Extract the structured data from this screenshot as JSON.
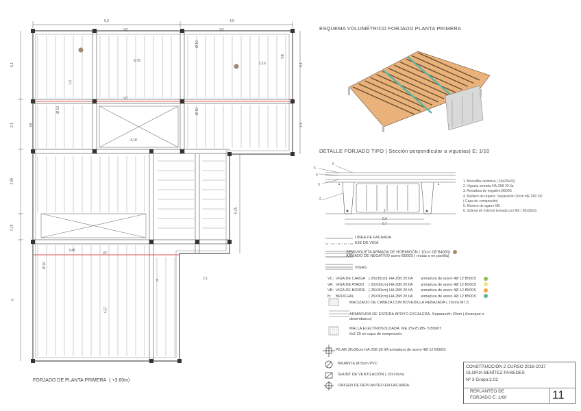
{
  "plan": {
    "title": "FORJADO DE PLANTA PRIMERA",
    "level": "( +3.60m)",
    "dims": {
      "top_left": "6,3",
      "top_right": "4,5",
      "left_1": "5,1",
      "left_2": "2,1",
      "left_3": "2,86",
      "left_4": "1,18",
      "left_5": "6",
      "right_1": "5,1",
      "right_2": "2,1",
      "right_3": "6,25",
      "span_a": "6,79",
      "span_b": "4,18",
      "span_c": "3,48",
      "span_d": "2,16",
      "span_e": "1,6",
      "span_f": "4,57",
      "span_g": "2,1"
    },
    "beam_labels": {
      "vc_top_left": "VC",
      "vc_top_right": "VC",
      "vc_mid": "VC",
      "vc_bottom": "VC",
      "va": "VA",
      "vb": "VB",
      "b": "B"
    },
    "holes": {
      "h1": "Ø 10",
      "h2": "Ø 10",
      "h3": "Ø 10",
      "h4": "Ø 10"
    }
  },
  "volumetric": {
    "title": "ESQUEMA VOLUMÉTRICO FORJADO  PLANTA PRIMERA"
  },
  "detail": {
    "title": "DETALLE FORJADO TIPO  ( Sección perpendicular a viguetas)   E: 1/10",
    "numbers": [
      "5",
      "4",
      "3",
      "2",
      "6",
      "1"
    ],
    "dims": [
      "0,6",
      "0,7"
    ],
    "notes": [
      "1. Bovedilla cerámica  ( 60x20x20)",
      "2. Vigueta armada HA-25B 20 IIa",
      "3. Armadura de negativo B500S",
      "4. Mallazo de reparto. Separación 20cm ME 500 SD",
      "   ( Capa de compresión)",
      "5. Mortero de agarre M5",
      "6. Solería de mármol tomada con M5  ( 30x30x3)"
    ]
  },
  "legend": {
    "linea_fachada": "LÍNEA DE FACHADA",
    "eje_viga": "EJE DE VIGA",
    "semivigueta": "SEMIVIGUETA ARMADA DE HORMIGÓN  ( 10cm 2Ø B400S)",
    "armado_negativo": "ARMADO DE NEGATIVO acero B500S  ( rectas o en parrilla)",
    "vigas": "VIGAS",
    "beams": [
      {
        "code": "VC:",
        "name": "VIGA DE CARGA",
        "size": "( 25x30cm)",
        "spec": "HA 25B 20 IIA",
        "rebar": "armadura de acero 4Ø 12  B500S",
        "color": "#8cc152"
      },
      {
        "code": "VA:",
        "name": "VIGA DE ATADO",
        "size": "( 25X30cm)",
        "spec": "HA 25B 20 IIA",
        "rebar": "armadura de acero 4Ø 12  B500S",
        "color": "#f2e38a"
      },
      {
        "code": "VB:",
        "name": "VIGA DE BORDE",
        "size": "( 25X30cm)",
        "spec": "HA 25B 20 IIA",
        "rebar": "armadura de acero 4Ø 12  B500S",
        "color": "#f0a640"
      },
      {
        "code": "B:",
        "name": "BROCHAL",
        "size": "( 25X30cm)",
        "spec": "HA 25B 20 IIA",
        "rebar": "armadura de acero 4Ø 12  B500S",
        "color": "#5ab4a6"
      }
    ],
    "macizado": "MACIZADO DE CABEZA CON BOVEDILLA REBAJADA  ( 10cm)  M7,5",
    "armadura_espera": "ARMADURA DE ESPERA APOYO ESCALERA. Separación 20cm  ( Arranque o desembarco)",
    "malla": "MALLA ELECTROSOLDADA. ME 25x25  Ø5- 5 B500T",
    "malla_2": "6x2 20 en capa de compresión",
    "pilar": "PILAR 30x30cm HA 25B 30 IIA   armadura de acero 4Ø 12  B500S",
    "bajante": "BAJANTE  Ø15cm PVC",
    "shunt": "SHUNT DE VENTILACIÓN   ( 15x10cm)",
    "origen": "ORIGEN DE REPLANTEO EN FACHADA",
    "hole_color": "#a8896a"
  },
  "title_block": {
    "course": "CONSTRUCCIÓN 2     CURSO 2016-2017",
    "author": "GLORIA BENÍTEZ PAREDES",
    "group": "Nº 3   Grupo:2.02",
    "sheet_title_1": "REPLANTEO DE",
    "sheet_title_2": "FORJADO  E: 1/60",
    "sheet_number": "11"
  }
}
